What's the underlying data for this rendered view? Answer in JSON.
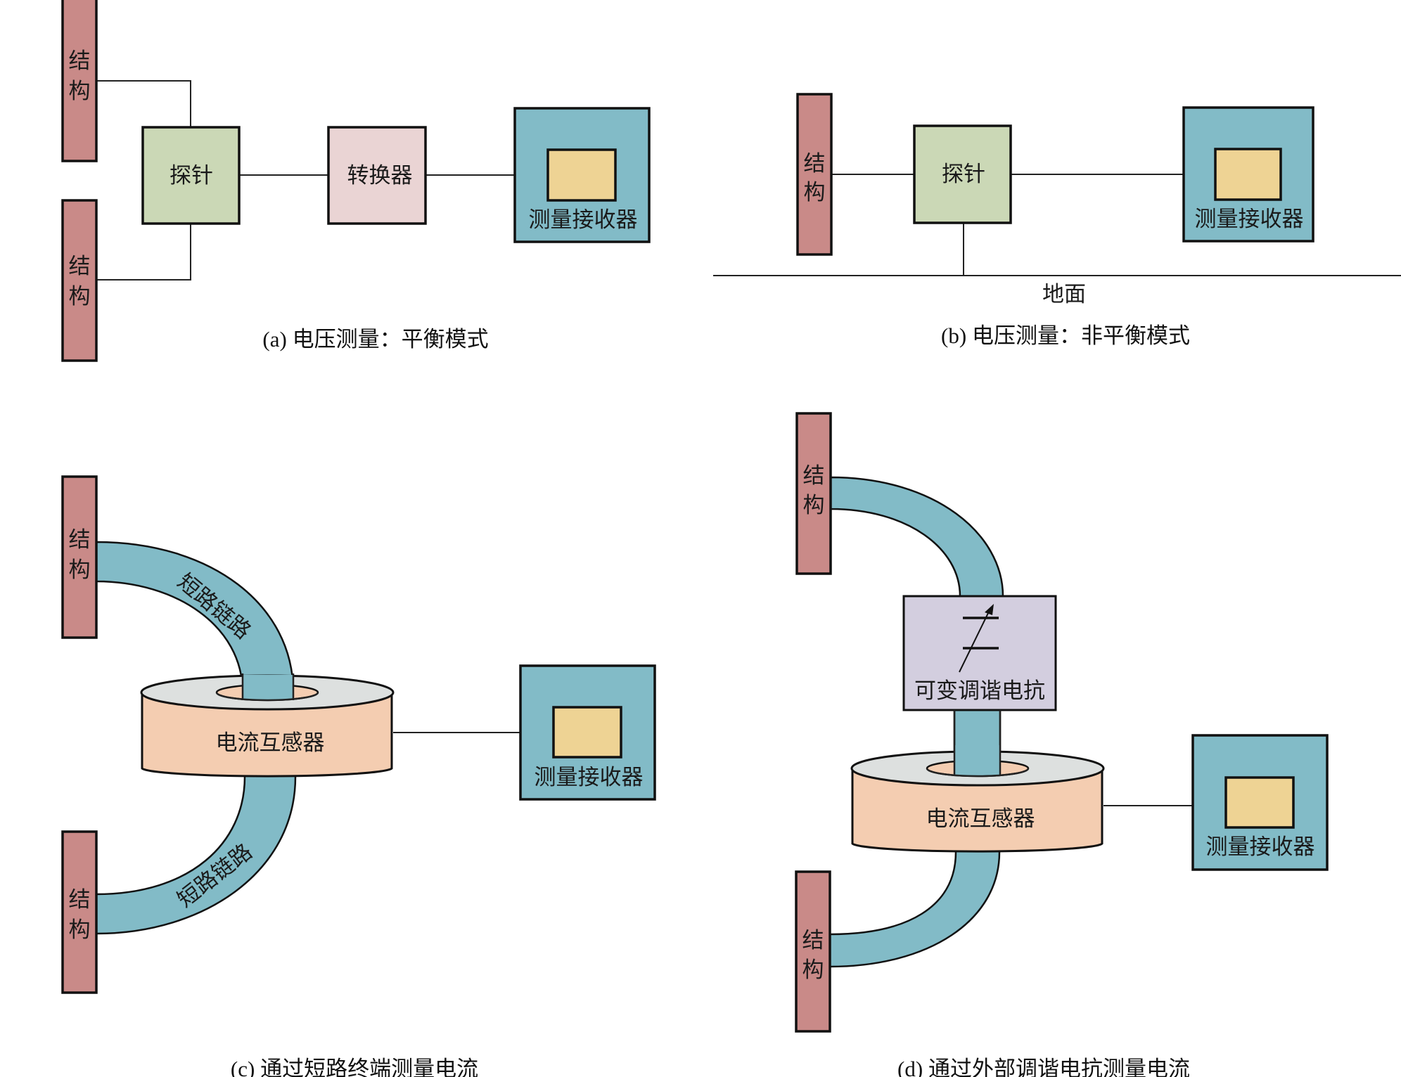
{
  "figure": {
    "colors": {
      "structure": "#c98a88",
      "probe": "#cbd8b6",
      "converter": "#ead4d4",
      "receiver": "#82bbc7",
      "receiver_screen": "#eed394",
      "short_link": "#82bbc7",
      "current_transformer_side": "#f4cdb1",
      "current_transformer_top": "#dde0df",
      "variable_reactance": "#d3cedf"
    }
  },
  "panel_a": {
    "caption": "(a)  电压测量：平衡模式",
    "structure_top": {
      "char1": "结",
      "char2": "构"
    },
    "structure_bottom": {
      "char1": "结",
      "char2": "构"
    },
    "probe_label": "探针",
    "converter_label": "转换器",
    "receiver_label": "测量接收器"
  },
  "panel_b": {
    "caption": "(b)  电压测量：非平衡模式",
    "structure": {
      "char1": "结",
      "char2": "构"
    },
    "probe_label": "探针",
    "receiver_label": "测量接收器",
    "ground_label": "地面"
  },
  "panel_c": {
    "caption": "(c)  通过短路终端测量电流",
    "structure_top": {
      "char1": "结",
      "char2": "构"
    },
    "structure_bottom": {
      "char1": "结",
      "char2": "构"
    },
    "link_top_label": "短路链路",
    "link_bottom_label": "短路链路",
    "current_transformer_label": "电流互感器",
    "receiver_label": "测量接收器"
  },
  "panel_d": {
    "caption": "(d)  通过外部调谐电抗测量电流",
    "structure_top": {
      "char1": "结",
      "char2": "构"
    },
    "structure_bottom": {
      "char1": "结",
      "char2": "构"
    },
    "reactance_label": "可变调谐电抗",
    "current_transformer_label": "电流互感器",
    "receiver_label": "测量接收器"
  }
}
